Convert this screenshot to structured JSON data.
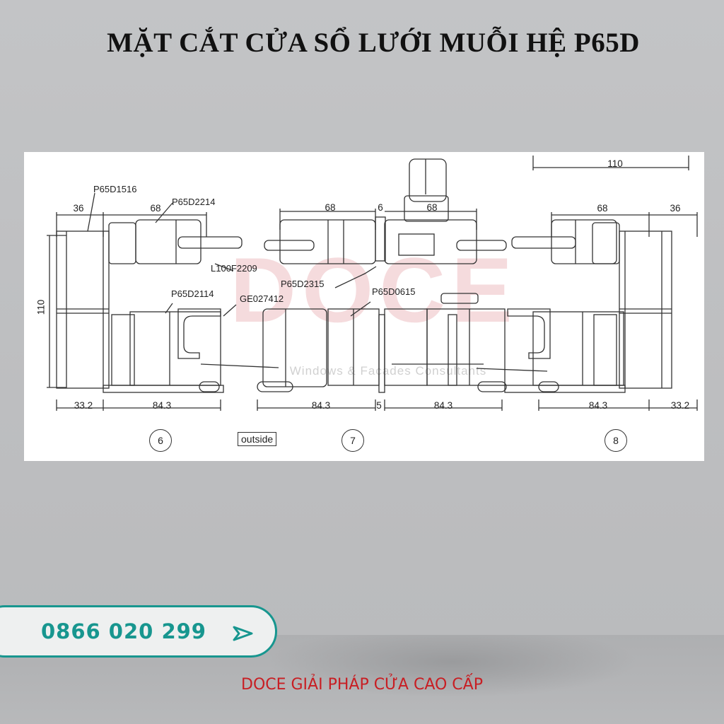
{
  "title": "MẶT CẮT CỬA SỔ LƯỚI MUỖI HỆ P65D",
  "drawing": {
    "watermark": "DOCE",
    "watermark_sub": "Windows & Facades Consultants",
    "labels": {
      "p1": "P65D1516",
      "p2": "P65D2214",
      "p3": "L100F2209",
      "p4": "P65D2315",
      "p5": "P65D2114",
      "p6": "GE027412",
      "p7": "P65D0615"
    },
    "dims": {
      "top_110": "110",
      "left_36": "36",
      "left_68": "68",
      "mid_68": "68",
      "mid_6": "6",
      "mid_68b": "68",
      "right_68": "68",
      "right_36": "36",
      "side_110": "110",
      "b_33a": "33.2",
      "b_84a": "84.3",
      "b_84b": "84.3",
      "b_5": "5",
      "b_84c": "84.3",
      "b_84d": "84.3",
      "b_33b": "33.2"
    },
    "circles": [
      "6",
      "7",
      "8"
    ],
    "outside": "outside"
  },
  "contact": {
    "phone": "0866 020 299",
    "arrow_icon": "arrow-right-icon",
    "accent": "#17968f"
  },
  "slogan": "DOCE GIẢI PHÁP CỬA CAO CẤP",
  "colors": {
    "background": "#c0c1c3",
    "slogan": "#c81e23",
    "watermark": "#d25a64"
  }
}
